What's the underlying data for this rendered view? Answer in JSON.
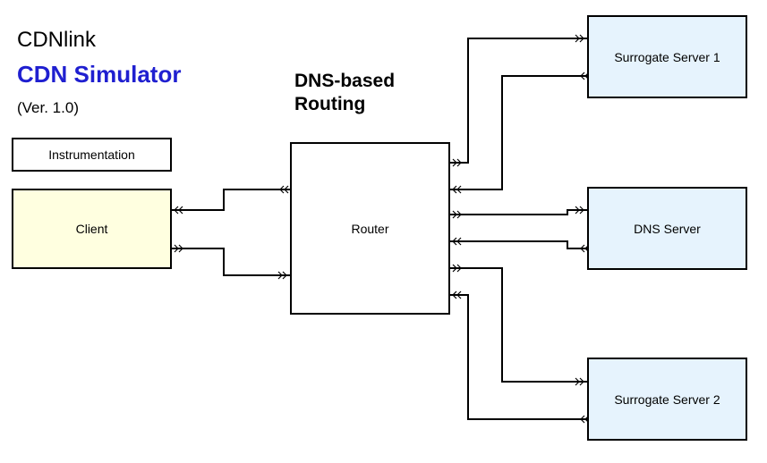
{
  "header": {
    "app_name": "CDNlink",
    "subtitle": "CDN Simulator",
    "version": "(Ver. 1.0)"
  },
  "routing_label": "DNS-based Routing",
  "blocks": {
    "instrumentation": "Instrumentation",
    "client": "Client",
    "router": "Router",
    "surrogate1": "Surrogate Server 1",
    "dns": "DNS Server",
    "surrogate2": "Surrogate Server 2"
  },
  "colors": {
    "subtitle": "#1f1fd0",
    "client_fill": "#ffffe0",
    "server_fill": "#e6f3fd",
    "line": "#000000"
  },
  "connections": [
    {
      "from": "router",
      "to": "surrogate1",
      "direction": "out"
    },
    {
      "from": "surrogate1",
      "to": "router",
      "direction": "in"
    },
    {
      "from": "router",
      "to": "client",
      "direction": "out"
    },
    {
      "from": "client",
      "to": "router",
      "direction": "in"
    },
    {
      "from": "router",
      "to": "dns",
      "direction": "out"
    },
    {
      "from": "dns",
      "to": "router",
      "direction": "in"
    },
    {
      "from": "router",
      "to": "surrogate2",
      "direction": "out"
    },
    {
      "from": "surrogate2",
      "to": "router",
      "direction": "in"
    }
  ]
}
